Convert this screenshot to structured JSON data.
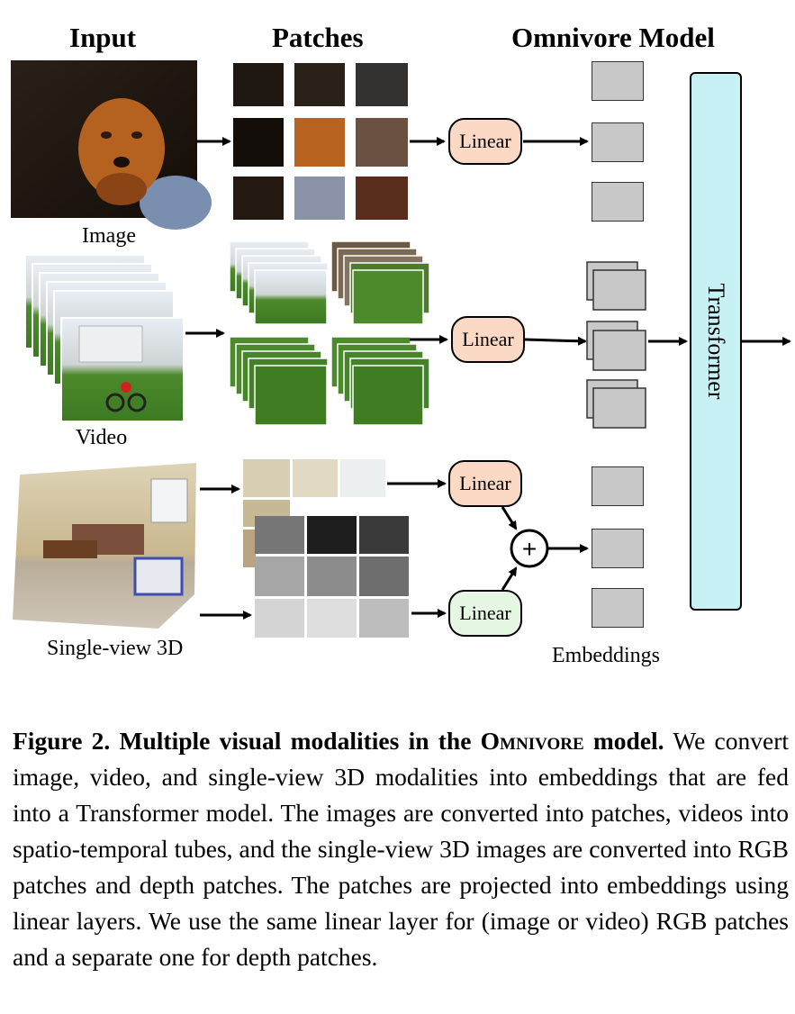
{
  "headers": {
    "input": "Input",
    "patches": "Patches",
    "model": "Omnivore Model"
  },
  "labels": {
    "image": "Image",
    "video": "Video",
    "single_view": "Single-view 3D",
    "embeddings": "Embeddings"
  },
  "linear_label": "Linear",
  "plus_symbol": "+",
  "transformer_label": "Transformer",
  "caption": {
    "bold_prefix": "Figure 2. Multiple visual modalities in the ",
    "bold_model": "Omnivore",
    "bold_suffix": " model.",
    "body": "We convert image, video, and single-view 3D modalities into embeddings that are fed into a Transformer model. The images are converted into patches, videos into spatio-temporal tubes, and the single-view 3D images are converted into RGB patches and depth patches. The patches are projected into embeddings using linear layers. We use the same linear layer for (image or video) RGB patches and a separate one for depth patches."
  },
  "colors": {
    "linear_rgb": "#fbd9c5",
    "linear_depth": "#e6f7e3",
    "transformer": "#c7f1f5",
    "embedding": "#c8c8c8"
  }
}
